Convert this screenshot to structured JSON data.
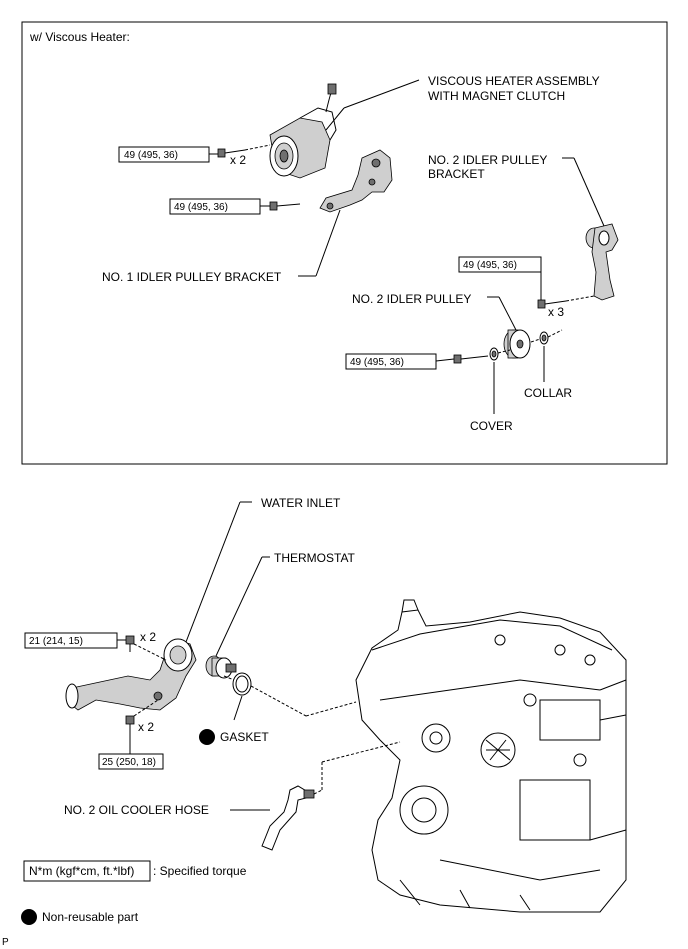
{
  "panel_title": "w/ Viscous Heater:",
  "labels": {
    "viscous_heater_1": "VISCOUS HEATER ASSEMBLY",
    "viscous_heater_2": "WITH MAGNET CLUTCH",
    "idler_bracket_2_1": "NO. 2 IDLER PULLEY",
    "idler_bracket_2_2": "BRACKET",
    "idler_bracket_1": "NO. 1 IDLER PULLEY BRACKET",
    "idler_pulley_2": "NO. 2 IDLER PULLEY",
    "collar": "COLLAR",
    "cover": "COVER",
    "water_inlet": "WATER INLET",
    "thermostat": "THERMOSTAT",
    "gasket": "GASKET",
    "oil_cooler_hose": "NO. 2 OIL COOLER HOSE"
  },
  "torques": {
    "heater_bolt": "49 (495, 36)",
    "bracket1_bolt": "49 (495, 36)",
    "bracket2_bolt": "49 (495, 36)",
    "pulley_bolt": "49 (495, 36)",
    "inlet_upper": "21 (214, 15)",
    "inlet_lower": "25 (250, 18)"
  },
  "quantities": {
    "heater_bolt": "x 2",
    "bracket2_bolt": "x 3",
    "inlet_upper": "x 2",
    "inlet_lower": "x 2"
  },
  "legend": {
    "torque_key": "N*m (kgf*cm, ft.*lbf)",
    "torque_desc": ": Specified torque",
    "nonreusable": "Non-reusable part"
  },
  "corner_mark": "P"
}
